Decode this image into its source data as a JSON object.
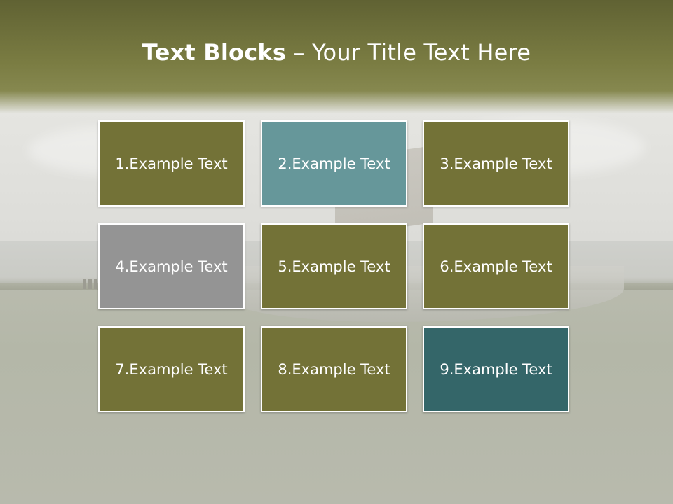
{
  "title": {
    "bold": "Text Blocks",
    "dash": "–",
    "rest": "Your Title Text Here"
  },
  "blocks": [
    {
      "label": "1.Example Text",
      "color": "#737237"
    },
    {
      "label": "2.Example Text",
      "color": "#66979a"
    },
    {
      "label": "3.Example Text",
      "color": "#737237"
    },
    {
      "label": "4.Example Text",
      "color": "#949494"
    },
    {
      "label": "5.Example Text",
      "color": "#737237"
    },
    {
      "label": "6.Example Text",
      "color": "#737237"
    },
    {
      "label": "7.Example Text",
      "color": "#737237"
    },
    {
      "label": "8.Example Text",
      "color": "#737237"
    },
    {
      "label": "9.Example Text",
      "color": "#346669"
    }
  ],
  "colors": {
    "title_band": "#6f7139",
    "text": "#ffffff"
  }
}
